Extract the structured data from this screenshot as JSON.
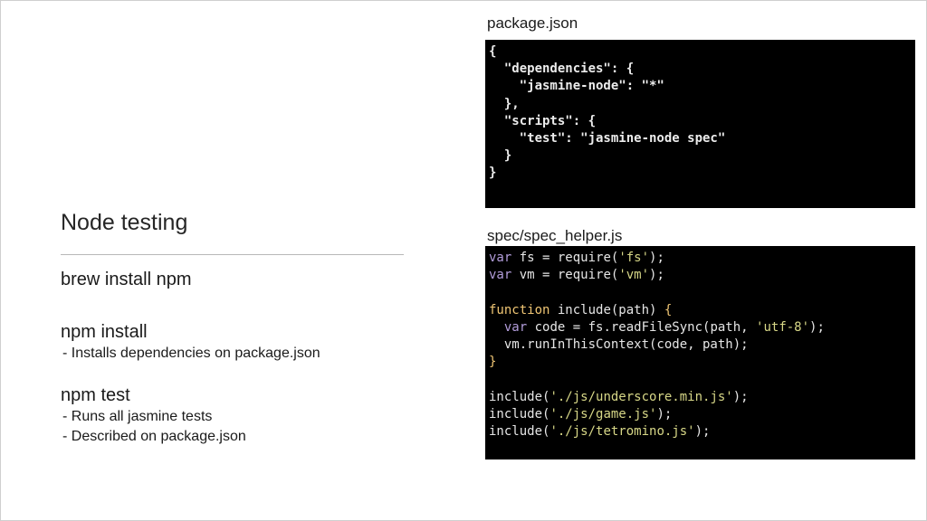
{
  "slide": {
    "title": "Node testing",
    "items": [
      {
        "command": "brew install npm",
        "notes": []
      },
      {
        "command": "npm install",
        "notes": [
          "- Installs dependencies on package.json"
        ]
      },
      {
        "command": "npm test",
        "notes": [
          "- Runs all jasmine tests",
          "- Described on package.json"
        ]
      }
    ]
  },
  "package_json": {
    "label": "package.json",
    "lines": [
      "{",
      "  \"dependencies\": {",
      "    \"jasmine-node\": \"*\"",
      "  },",
      "  \"scripts\": {",
      "    \"test\": \"jasmine-node spec\"",
      "  }",
      "}"
    ]
  },
  "spec_helper": {
    "label": "spec/spec_helper.js",
    "lines": [
      [
        {
          "t": "var",
          "c": "kw"
        },
        {
          "t": " fs = require(",
          "c": "plain"
        },
        {
          "t": "'fs'",
          "c": "str"
        },
        {
          "t": ");",
          "c": "plain"
        }
      ],
      [
        {
          "t": "var",
          "c": "kw"
        },
        {
          "t": " vm = require(",
          "c": "plain"
        },
        {
          "t": "'vm'",
          "c": "str"
        },
        {
          "t": ");",
          "c": "plain"
        }
      ],
      [],
      [
        {
          "t": "function",
          "c": "kw-fn"
        },
        {
          "t": " include(path) ",
          "c": "plain"
        },
        {
          "t": "{",
          "c": "brace-y"
        }
      ],
      [
        {
          "t": "  ",
          "c": "plain"
        },
        {
          "t": "var",
          "c": "kw"
        },
        {
          "t": " code = fs.readFileSync(path, ",
          "c": "plain"
        },
        {
          "t": "'utf-8'",
          "c": "str"
        },
        {
          "t": ");",
          "c": "plain"
        }
      ],
      [
        {
          "t": "  vm.runInThisContext(code, path);",
          "c": "plain"
        }
      ],
      [
        {
          "t": "}",
          "c": "brace-y"
        }
      ],
      [],
      [
        {
          "t": "include(",
          "c": "plain"
        },
        {
          "t": "'./js/underscore.min.js'",
          "c": "str"
        },
        {
          "t": ");",
          "c": "plain"
        }
      ],
      [
        {
          "t": "include(",
          "c": "plain"
        },
        {
          "t": "'./js/game.js'",
          "c": "str"
        },
        {
          "t": ");",
          "c": "plain"
        }
      ],
      [
        {
          "t": "include(",
          "c": "plain"
        },
        {
          "t": "'./js/tetromino.js'",
          "c": "str"
        },
        {
          "t": ");",
          "c": "plain"
        }
      ]
    ]
  },
  "colors": {
    "code_bg": "#000000",
    "keyword": "#b39ddb",
    "function_keyword": "#f0c674",
    "string": "#d7d787"
  }
}
